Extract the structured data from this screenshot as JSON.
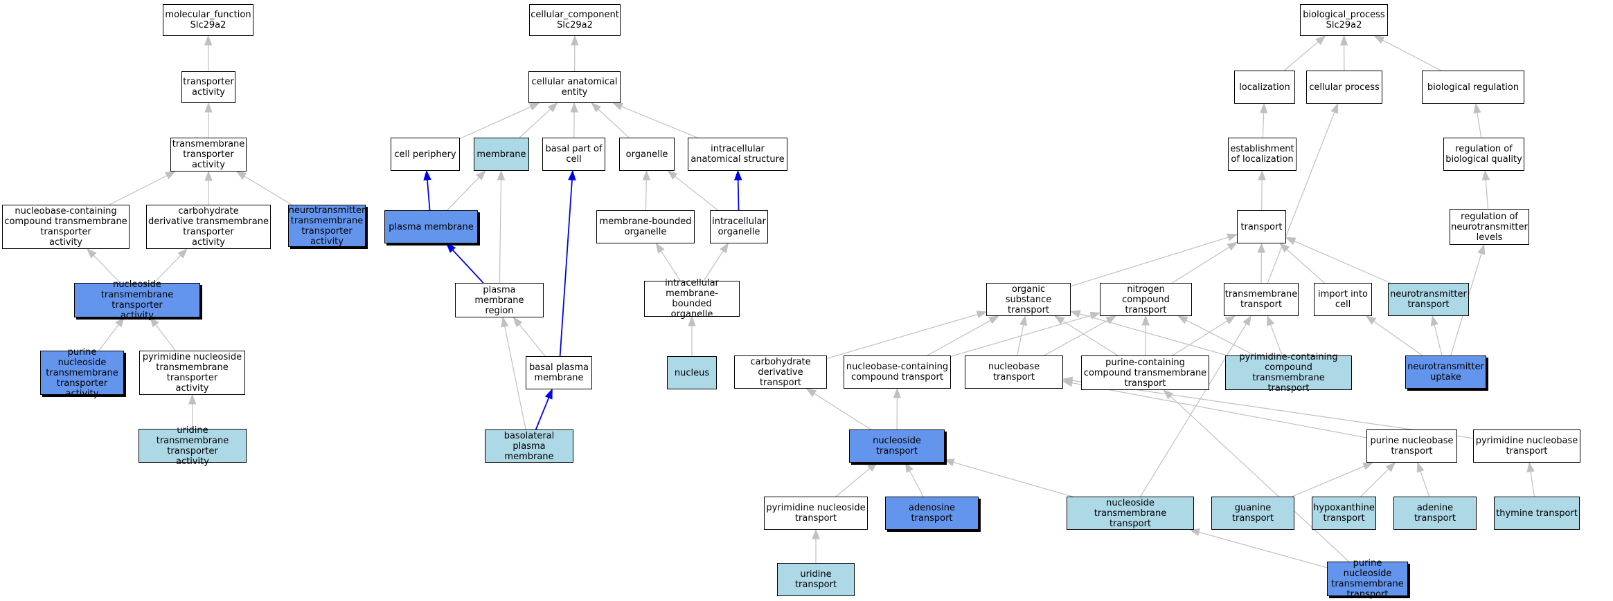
{
  "colors": {
    "default_fill": "#ffffff",
    "light_fill": "#add8e6",
    "highlight_fill": "#6495ed",
    "edge_gray": "#c0c0c0",
    "edge_blue": "#0000ee"
  },
  "nodes": {
    "mf_root": {
      "label": "molecular_function\nSlc29a2",
      "fill": "white"
    },
    "transporter_activity": {
      "label": "transporter\nactivity",
      "fill": "white"
    },
    "tm_transporter_activity": {
      "label": "transmembrane\ntransporter\nactivity",
      "fill": "white"
    },
    "nucleobase_cmpd_tm_activity": {
      "label": "nucleobase-containing\ncompound transmembrane\ntransporter\nactivity",
      "fill": "white"
    },
    "carb_deriv_tm_activity": {
      "label": "carbohydrate\nderivative transmembrane\ntransporter\nactivity",
      "fill": "white"
    },
    "neurotransmitter_tm_activity": {
      "label": "neurotransmitter\ntransmembrane\ntransporter\nactivity",
      "fill": "blue"
    },
    "nucleoside_tm_activity": {
      "label": "nucleoside transmembrane\ntransporter\nactivity",
      "fill": "blue"
    },
    "purine_nucleoside_tm_activity": {
      "label": "purine nucleoside\ntransmembrane\ntransporter\nactivity",
      "fill": "blue"
    },
    "pyrimidine_nucleoside_tm_activity": {
      "label": "pyrimidine nucleoside\ntransmembrane\ntransporter\nactivity",
      "fill": "white"
    },
    "uridine_tm_activity": {
      "label": "uridine transmembrane\ntransporter\nactivity",
      "fill": "light"
    },
    "cc_root": {
      "label": "cellular_component\nSlc29a2",
      "fill": "white"
    },
    "cellular_anatomical_entity": {
      "label": "cellular anatomical\nentity",
      "fill": "white"
    },
    "cell_periphery": {
      "label": "cell periphery",
      "fill": "white"
    },
    "membrane": {
      "label": "membrane",
      "fill": "light"
    },
    "basal_part_of_cell": {
      "label": "basal part of\ncell",
      "fill": "white"
    },
    "organelle": {
      "label": "organelle",
      "fill": "white"
    },
    "intracellular_anatomical_structure": {
      "label": "intracellular\nanatomical structure",
      "fill": "white"
    },
    "plasma_membrane": {
      "label": "plasma membrane",
      "fill": "blue"
    },
    "membrane_bounded_organelle": {
      "label": "membrane-bounded\norganelle",
      "fill": "white"
    },
    "intracellular_organelle": {
      "label": "intracellular\norganelle",
      "fill": "white"
    },
    "plasma_membrane_region": {
      "label": "plasma membrane\nregion",
      "fill": "white"
    },
    "intracellular_mb_organelle": {
      "label": "intracellular\nmembrane-bounded\norganelle",
      "fill": "white"
    },
    "basal_plasma_membrane": {
      "label": "basal plasma\nmembrane",
      "fill": "white"
    },
    "nucleus": {
      "label": "nucleus",
      "fill": "light"
    },
    "basolateral_plasma_membrane": {
      "label": "basolateral\nplasma membrane",
      "fill": "light"
    },
    "bp_root": {
      "label": "biological_process\nSlc29a2",
      "fill": "white"
    },
    "localization": {
      "label": "localization",
      "fill": "white"
    },
    "cellular_process": {
      "label": "cellular process",
      "fill": "white"
    },
    "biological_regulation": {
      "label": "biological regulation",
      "fill": "white"
    },
    "establishment_of_localization": {
      "label": "establishment\nof localization",
      "fill": "white"
    },
    "regulation_of_biological_quality": {
      "label": "regulation of\nbiological quality",
      "fill": "white"
    },
    "transport": {
      "label": "transport",
      "fill": "white"
    },
    "regulation_of_nt_levels": {
      "label": "regulation of\nneurotransmitter\nlevels",
      "fill": "white"
    },
    "organic_substance_transport": {
      "label": "organic substance\ntransport",
      "fill": "white"
    },
    "nitrogen_compound_transport": {
      "label": "nitrogen compound\ntransport",
      "fill": "white"
    },
    "transmembrane_transport": {
      "label": "transmembrane\ntransport",
      "fill": "white"
    },
    "import_into_cell": {
      "label": "import into\ncell",
      "fill": "white"
    },
    "neurotransmitter_transport": {
      "label": "neurotransmitter\ntransport",
      "fill": "light"
    },
    "carb_deriv_transport": {
      "label": "carbohydrate\nderivative transport",
      "fill": "white"
    },
    "nucleobase_cmpd_transport": {
      "label": "nucleobase-containing\ncompound transport",
      "fill": "white"
    },
    "nucleobase_transport": {
      "label": "nucleobase transport",
      "fill": "white"
    },
    "purine_cmpd_tm_transport": {
      "label": "purine-containing\ncompound transmembrane\ntransport",
      "fill": "white"
    },
    "pyrimidine_cmpd_tm_transport": {
      "label": "pyrimidine-containing\ncompound transmembrane\ntransport",
      "fill": "light"
    },
    "neurotransmitter_uptake": {
      "label": "neurotransmitter\nuptake",
      "fill": "blue"
    },
    "nucleoside_transport": {
      "label": "nucleoside transport",
      "fill": "blue"
    },
    "purine_nucleobase_transport": {
      "label": "purine nucleobase\ntransport",
      "fill": "white"
    },
    "pyrimidine_nucleobase_transport": {
      "label": "pyrimidine nucleobase\ntransport",
      "fill": "white"
    },
    "pyrimidine_nucleoside_transport": {
      "label": "pyrimidine nucleoside\ntransport",
      "fill": "white"
    },
    "adenosine_transport": {
      "label": "adenosine transport",
      "fill": "blue"
    },
    "nucleoside_tm_transport": {
      "label": "nucleoside transmembrane\ntransport",
      "fill": "light"
    },
    "guanine_transport": {
      "label": "guanine transport",
      "fill": "light"
    },
    "hypoxanthine_transport": {
      "label": "hypoxanthine\ntransport",
      "fill": "light"
    },
    "adenine_transport": {
      "label": "adenine transport",
      "fill": "light"
    },
    "thymine_transport": {
      "label": "thymine transport",
      "fill": "light"
    },
    "uridine_transport": {
      "label": "uridine transport",
      "fill": "light"
    },
    "purine_nucleoside_tm_transport": {
      "label": "purine nucleoside\ntransmembrane\ntransport",
      "fill": "blue"
    }
  },
  "edges": [
    {
      "from": "transporter_activity",
      "to": "mf_root",
      "color": "gray"
    },
    {
      "from": "tm_transporter_activity",
      "to": "transporter_activity",
      "color": "gray"
    },
    {
      "from": "nucleobase_cmpd_tm_activity",
      "to": "tm_transporter_activity",
      "color": "gray"
    },
    {
      "from": "carb_deriv_tm_activity",
      "to": "tm_transporter_activity",
      "color": "gray"
    },
    {
      "from": "neurotransmitter_tm_activity",
      "to": "tm_transporter_activity",
      "color": "gray"
    },
    {
      "from": "nucleoside_tm_activity",
      "to": "nucleobase_cmpd_tm_activity",
      "color": "gray"
    },
    {
      "from": "nucleoside_tm_activity",
      "to": "carb_deriv_tm_activity",
      "color": "gray"
    },
    {
      "from": "purine_nucleoside_tm_activity",
      "to": "nucleoside_tm_activity",
      "color": "gray"
    },
    {
      "from": "pyrimidine_nucleoside_tm_activity",
      "to": "nucleoside_tm_activity",
      "color": "gray"
    },
    {
      "from": "uridine_tm_activity",
      "to": "pyrimidine_nucleoside_tm_activity",
      "color": "gray"
    },
    {
      "from": "cellular_anatomical_entity",
      "to": "cc_root",
      "color": "gray"
    },
    {
      "from": "cell_periphery",
      "to": "cellular_anatomical_entity",
      "color": "gray"
    },
    {
      "from": "membrane",
      "to": "cellular_anatomical_entity",
      "color": "gray"
    },
    {
      "from": "basal_part_of_cell",
      "to": "cellular_anatomical_entity",
      "color": "gray"
    },
    {
      "from": "organelle",
      "to": "cellular_anatomical_entity",
      "color": "gray"
    },
    {
      "from": "intracellular_anatomical_structure",
      "to": "cellular_anatomical_entity",
      "color": "gray"
    },
    {
      "from": "plasma_membrane",
      "to": "cell_periphery",
      "color": "blue"
    },
    {
      "from": "plasma_membrane",
      "to": "membrane",
      "color": "gray"
    },
    {
      "from": "plasma_membrane_region",
      "to": "plasma_membrane",
      "color": "blue"
    },
    {
      "from": "plasma_membrane_region",
      "to": "membrane",
      "color": "gray"
    },
    {
      "from": "membrane_bounded_organelle",
      "to": "organelle",
      "color": "gray"
    },
    {
      "from": "intracellular_organelle",
      "to": "organelle",
      "color": "gray"
    },
    {
      "from": "intracellular_organelle",
      "to": "intracellular_anatomical_structure",
      "color": "blue"
    },
    {
      "from": "intracellular_mb_organelle",
      "to": "membrane_bounded_organelle",
      "color": "gray"
    },
    {
      "from": "intracellular_mb_organelle",
      "to": "intracellular_organelle",
      "color": "gray"
    },
    {
      "from": "basal_plasma_membrane",
      "to": "plasma_membrane_region",
      "color": "gray"
    },
    {
      "from": "basal_plasma_membrane",
      "to": "basal_part_of_cell",
      "color": "blue"
    },
    {
      "from": "nucleus",
      "to": "intracellular_mb_organelle",
      "color": "gray"
    },
    {
      "from": "basolateral_plasma_membrane",
      "to": "basal_plasma_membrane",
      "color": "blue"
    },
    {
      "from": "basolateral_plasma_membrane",
      "to": "plasma_membrane_region",
      "color": "gray"
    },
    {
      "from": "localization",
      "to": "bp_root",
      "color": "gray"
    },
    {
      "from": "cellular_process",
      "to": "bp_root",
      "color": "gray"
    },
    {
      "from": "biological_regulation",
      "to": "bp_root",
      "color": "gray"
    },
    {
      "from": "establishment_of_localization",
      "to": "localization",
      "color": "gray"
    },
    {
      "from": "regulation_of_biological_quality",
      "to": "biological_regulation",
      "color": "gray"
    },
    {
      "from": "transport",
      "to": "establishment_of_localization",
      "color": "gray"
    },
    {
      "from": "regulation_of_nt_levels",
      "to": "regulation_of_biological_quality",
      "color": "gray"
    },
    {
      "from": "organic_substance_transport",
      "to": "transport",
      "color": "gray"
    },
    {
      "from": "nitrogen_compound_transport",
      "to": "transport",
      "color": "gray"
    },
    {
      "from": "transmembrane_transport",
      "to": "transport",
      "color": "gray"
    },
    {
      "from": "transmembrane_transport",
      "to": "cellular_process",
      "color": "gray"
    },
    {
      "from": "import_into_cell",
      "to": "transport",
      "color": "gray"
    },
    {
      "from": "neurotransmitter_transport",
      "to": "transport",
      "color": "gray"
    },
    {
      "from": "carb_deriv_transport",
      "to": "organic_substance_transport",
      "color": "gray"
    },
    {
      "from": "nucleobase_cmpd_transport",
      "to": "organic_substance_transport",
      "color": "gray"
    },
    {
      "from": "nucleobase_cmpd_transport",
      "to": "nitrogen_compound_transport",
      "color": "gray"
    },
    {
      "from": "nucleobase_transport",
      "to": "organic_substance_transport",
      "color": "gray"
    },
    {
      "from": "nucleobase_transport",
      "to": "nitrogen_compound_transport",
      "color": "gray"
    },
    {
      "from": "purine_cmpd_tm_transport",
      "to": "organic_substance_transport",
      "color": "gray"
    },
    {
      "from": "purine_cmpd_tm_transport",
      "to": "nitrogen_compound_transport",
      "color": "gray"
    },
    {
      "from": "purine_cmpd_tm_transport",
      "to": "transmembrane_transport",
      "color": "gray"
    },
    {
      "from": "pyrimidine_cmpd_tm_transport",
      "to": "organic_substance_transport",
      "color": "gray"
    },
    {
      "from": "pyrimidine_cmpd_tm_transport",
      "to": "nitrogen_compound_transport",
      "color": "gray"
    },
    {
      "from": "pyrimidine_cmpd_tm_transport",
      "to": "transmembrane_transport",
      "color": "gray"
    },
    {
      "from": "neurotransmitter_uptake",
      "to": "neurotransmitter_transport",
      "color": "gray"
    },
    {
      "from": "neurotransmitter_uptake",
      "to": "import_into_cell",
      "color": "gray"
    },
    {
      "from": "neurotransmitter_uptake",
      "to": "regulation_of_nt_levels",
      "color": "gray"
    },
    {
      "from": "nucleoside_transport",
      "to": "carb_deriv_transport",
      "color": "gray"
    },
    {
      "from": "nucleoside_transport",
      "to": "nucleobase_cmpd_transport",
      "color": "gray"
    },
    {
      "from": "purine_nucleobase_transport",
      "to": "nucleobase_transport",
      "color": "gray"
    },
    {
      "from": "pyrimidine_nucleobase_transport",
      "to": "nucleobase_transport",
      "color": "gray"
    },
    {
      "from": "pyrimidine_nucleoside_transport",
      "to": "nucleoside_transport",
      "color": "gray"
    },
    {
      "from": "adenosine_transport",
      "to": "nucleoside_transport",
      "color": "gray"
    },
    {
      "from": "nucleoside_tm_transport",
      "to": "nucleoside_transport",
      "color": "gray"
    },
    {
      "from": "nucleoside_tm_transport",
      "to": "transmembrane_transport",
      "color": "gray"
    },
    {
      "from": "guanine_transport",
      "to": "purine_nucleobase_transport",
      "color": "gray"
    },
    {
      "from": "hypoxanthine_transport",
      "to": "purine_nucleobase_transport",
      "color": "gray"
    },
    {
      "from": "adenine_transport",
      "to": "purine_nucleobase_transport",
      "color": "gray"
    },
    {
      "from": "thymine_transport",
      "to": "pyrimidine_nucleobase_transport",
      "color": "gray"
    },
    {
      "from": "uridine_transport",
      "to": "pyrimidine_nucleoside_transport",
      "color": "gray"
    },
    {
      "from": "purine_nucleoside_tm_transport",
      "to": "nucleoside_tm_transport",
      "color": "gray"
    },
    {
      "from": "purine_nucleoside_tm_transport",
      "to": "purine_cmpd_tm_transport",
      "color": "gray"
    }
  ]
}
